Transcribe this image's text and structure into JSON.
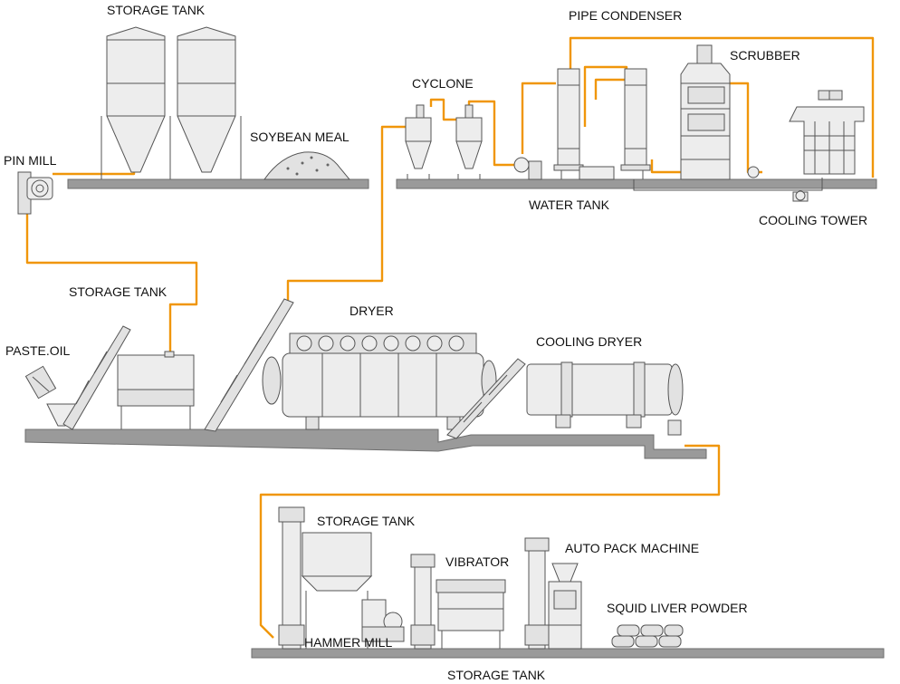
{
  "colors": {
    "pipe": "#f0960a",
    "equipment_fill": "#ededed",
    "equipment_stroke": "#555555",
    "floor": "#9a9a9a",
    "text": "#111111"
  },
  "labels": {
    "storage_tank_top": "STORAGE TANK",
    "pin_mill": "PIN MILL",
    "soybean_meal": "SOYBEAN MEAL",
    "cyclone": "CYCLONE",
    "pipe_condenser": "PIPE CONDENSER",
    "scrubber": "SCRUBBER",
    "water_tank": "WATER TANK",
    "cooling_tower": "COOLING TOWER",
    "storage_tank_mid": "STORAGE TANK",
    "paste_oil": "PASTE.OIL",
    "dryer": "DRYER",
    "cooling_dryer": "COOLING DRYER",
    "storage_tank_bottom": "STORAGE TANK",
    "vibrator": "VIBRATOR",
    "auto_pack_machine": "AUTO PACK MACHINE",
    "squid_liver_powder": "SQUID LIVER POWDER",
    "hammer_mill": "HAMMER MILL",
    "storage_tank_caption": "STORAGE TANK"
  }
}
